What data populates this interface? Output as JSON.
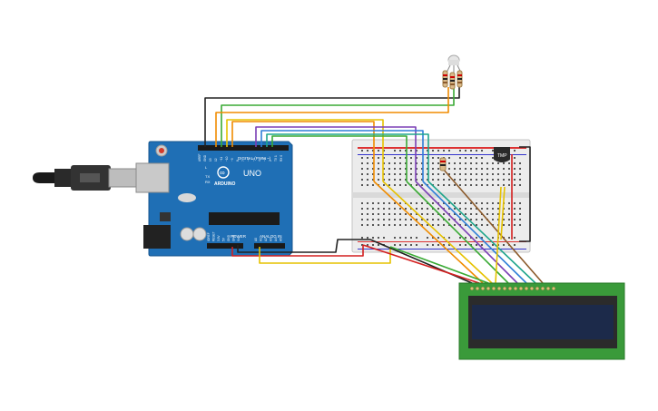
{
  "arduino": {
    "brand": "ARDUINO",
    "model": "UNO",
    "digital_label": "DIGITAL (PWM ~)",
    "power_label": "POWER",
    "analog_label": "ANALOG IN",
    "led_labels": [
      "L",
      "TX",
      "RX"
    ],
    "digital_pins": [
      "AREF",
      "GND",
      "13",
      "12",
      "~11",
      "~10",
      "~9",
      "8",
      "7",
      "~6",
      "~5",
      "4",
      "~3",
      "2",
      "TX 1",
      "RX 0"
    ],
    "power_pins": [
      "IOREF",
      "RESET",
      "3.3V",
      "5V",
      "GND",
      "GND",
      "Vin"
    ],
    "analog_pins": [
      "A0",
      "A1",
      "A2",
      "A3",
      "A4",
      "A5"
    ]
  },
  "sensor": {
    "label": "TMP"
  },
  "icons": [
    "usb-cable-icon",
    "resistor-icon",
    "rgb-led-icon",
    "temperature-sensor-icon",
    "lcd-display-icon"
  ],
  "colors": {
    "board": "#1f6fb5",
    "breadboard": "#ececec",
    "lcd_pcb": "#3a9a3a",
    "lcd_screen": "#1c2a4a",
    "wire_black": "#222222",
    "wire_green": "#3aaa35",
    "wire_orange": "#f08c00",
    "wire_yellow": "#e6c200",
    "wire_purple": "#7b3fb5",
    "wire_blue": "#2f7fd8",
    "wire_teal": "#1fa58c",
    "wire_red": "#d42020",
    "wire_brown": "#8b5a2b"
  }
}
